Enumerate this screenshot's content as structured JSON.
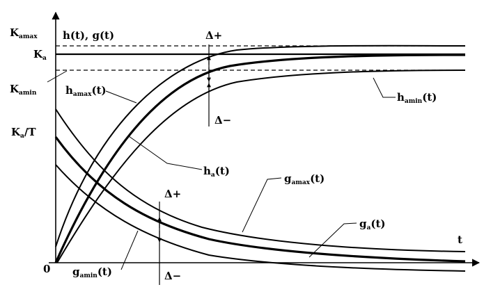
{
  "labels": {
    "origin": "0",
    "y_axis": "h(t), g(t)",
    "x_axis": "t",
    "k_max_main": "K",
    "k_max_sub": "amax",
    "k_nom_main": "K",
    "k_nom_sub": "a",
    "k_min_main": "K",
    "k_min_sub": "amin",
    "k_over_t_main": "K",
    "k_over_t_sub": "a",
    "k_over_t_suffix": "/T",
    "h_max_main": "h",
    "h_max_sub": "amax",
    "h_max_suffix": "(t)",
    "h_nom_main": "h",
    "h_nom_sub": "a",
    "h_nom_suffix": "(t)",
    "h_min_main": "h",
    "h_min_sub": "amin",
    "h_min_suffix": "(t)",
    "g_max_main": "g",
    "g_max_sub": "amax",
    "g_max_suffix": "(t)",
    "g_nom_main": "g",
    "g_nom_sub": "a",
    "g_nom_suffix": "(t)",
    "g_min_main": "g",
    "g_min_sub": "amin",
    "g_min_suffix": "(t)",
    "delta_plus_top": "Δ+",
    "delta_minus_top": "Δ−",
    "delta_plus_bottom": "Δ+",
    "delta_minus_bottom": "Δ−"
  },
  "style": {
    "ink": "#000000",
    "background": "#ffffff"
  }
}
